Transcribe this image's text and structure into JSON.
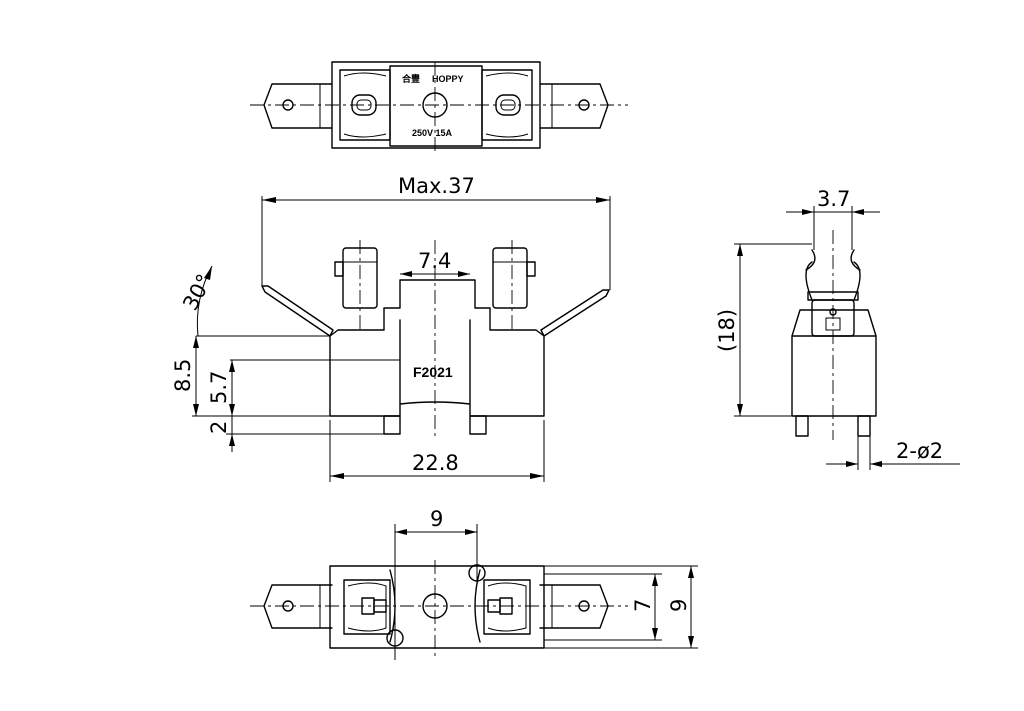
{
  "top_view": {
    "brand_glyph": "合豐",
    "brand_name": "HOPPY",
    "rating": "250V 15A"
  },
  "front_view": {
    "part_number": "F2021",
    "dims": {
      "overall_length": "Max.37",
      "slot_width": "7.4",
      "angle": "30°",
      "height_total": "8.5",
      "height_body": "5.7",
      "pin_length": "2",
      "body_length": "22.8"
    }
  },
  "side_view": {
    "dims": {
      "terminal_width": "3.7",
      "total_height": "(18)",
      "pin_diameter": "2-ø2"
    }
  },
  "bottom_view": {
    "dims": {
      "pin_spacing": "9",
      "width_inner": "7",
      "width_outer": "9"
    }
  }
}
